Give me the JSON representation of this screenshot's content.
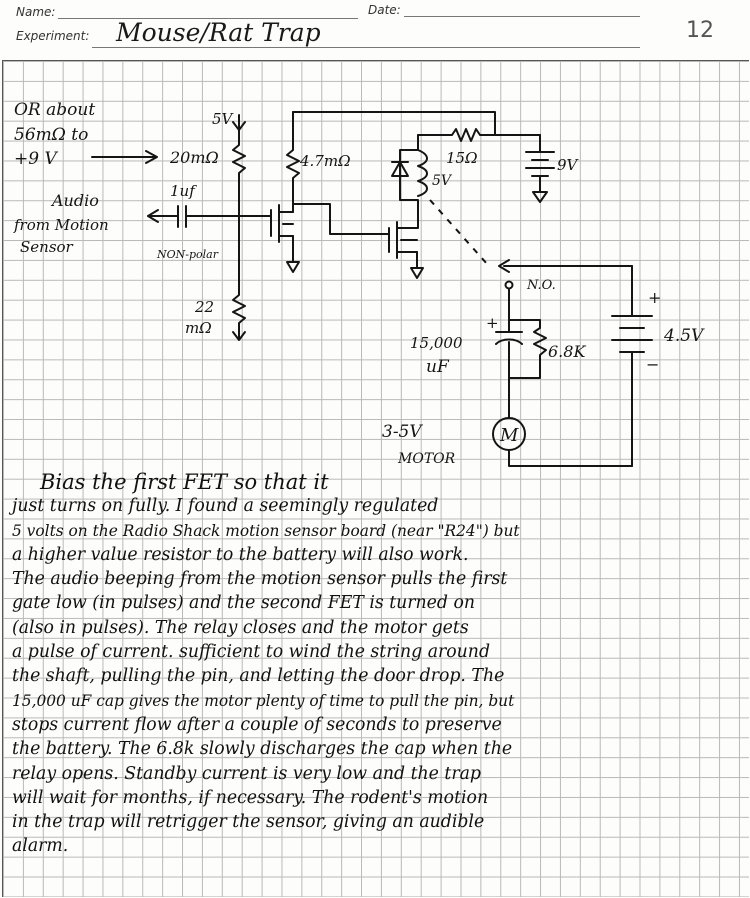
{
  "header": {
    "name_label": "Name:",
    "date_label": "Date:",
    "experiment_label": "Experiment:",
    "experiment_title": "Mouse/Rat Trap",
    "page_number": "12"
  },
  "schematic": {
    "note_line_1": "OR about",
    "note_line_2": "56mΩ to",
    "note_line_3": "+9 V",
    "supply_5v_top": "5V",
    "r_20m": "20mΩ",
    "r_4_7m": "4.7mΩ",
    "r_15": "15Ω",
    "battery_9v": "9V",
    "relay_5v": "5V",
    "cap_1uf": "1uf",
    "audio_line_1": "Audio",
    "audio_line_2": "from Motion",
    "audio_line_3": "Sensor",
    "non_polar": "NON-polar",
    "r_22_value": "22",
    "r_22_unit": "mΩ",
    "contact_no": "N.O.",
    "cap_15000_value": "15,000",
    "cap_15000_unit": "uF",
    "r_6_8k": "6.8K",
    "battery_4_5v": "4.5V",
    "motor_voltage": "3-5V",
    "motor_label": "MOTOR",
    "motor_symbol": "M",
    "plus_sign": "+",
    "minus_sign": "−"
  },
  "notes": [
    "Bias the first FET so that it",
    "just turns on fully. I found a seemingly regulated",
    "5 volts on the Radio Shack motion sensor board (near \"R24\") but",
    "a higher value resistor to the battery will also work.",
    "The audio beeping from the motion sensor pulls the first",
    "gate low (in pulses) and the second FET is turned on",
    "(also in pulses). The relay closes and the motor gets",
    "a pulse of current. sufficient to wind the string around",
    "the shaft, pulling the pin, and letting the door drop. The",
    "15,000 uF cap gives the motor plenty of time to pull the pin, but",
    "stops current flow after a couple of seconds to preserve",
    "the battery. The 6.8k slowly discharges the cap when the",
    "relay opens. Standby current is very low and the trap",
    "will wait for months, if necessary. The rodent's motion",
    "in the trap will retrigger the sensor, giving an audible",
    "alarm."
  ]
}
